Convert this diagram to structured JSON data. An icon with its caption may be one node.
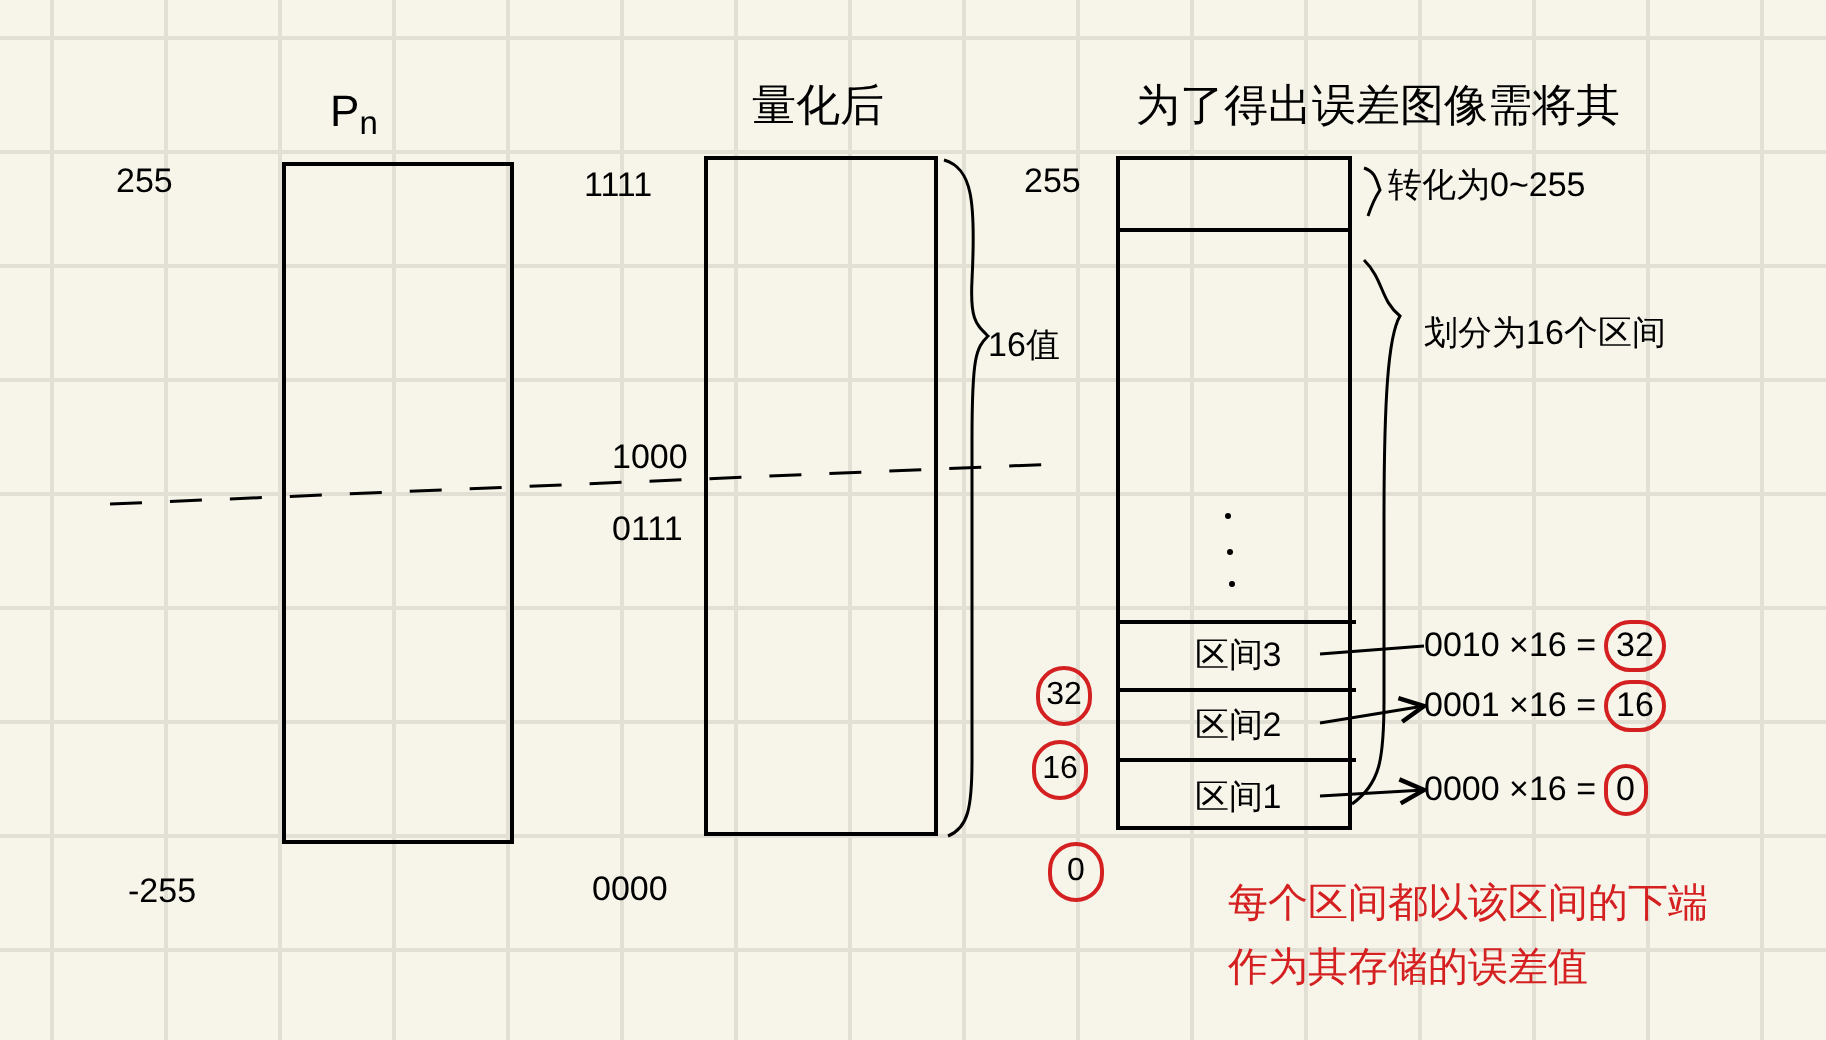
{
  "diagram": {
    "nodes": [
      {
        "text": [
          "P$_{n}$"
        ]
      },
      {
        "text": [
          "量化后"
        ]
      },
      {
        "text": [
          "为了得出误差图像需将其"
        ]
      },
      {
        "text": [
          "区间3"
        ],
        "in": 2
      },
      {
        "text": [
          "区间2"
        ],
        "in": 2
      },
      {
        "text": [
          "区间1"
        ],
        "in": 2
      },
      {
        "text": [
          "0010 ×16 =",
          "32"
        ]
      },
      {
        "text": [
          "0001 ×16 =",
          "16"
        ]
      },
      {
        "text": [
          "0000 ×16 =",
          "0"
        ]
      },
      {
        "text": [
          "32"
        ]
      },
      {
        "text": [
          "16"
        ]
      },
      {
        "text": [
          "0"
        ]
      }
    ],
    "edges": [
      {
        "from": 3,
        "to": 6,
        "arrow": "none"
      },
      {
        "from": 4,
        "to": 7,
        "arrow": "to"
      },
      {
        "from": 5,
        "to": 8,
        "arrow": "to"
      }
    ],
    "labels": [
      "255",
      "1111",
      "255",
      "转化为0~255",
      "16值",
      "划分为16个区间",
      "1000",
      "0111",
      "-255",
      "0000",
      "每个区间都以该区间的下端作为其存储的误差值"
    ]
  }
}
